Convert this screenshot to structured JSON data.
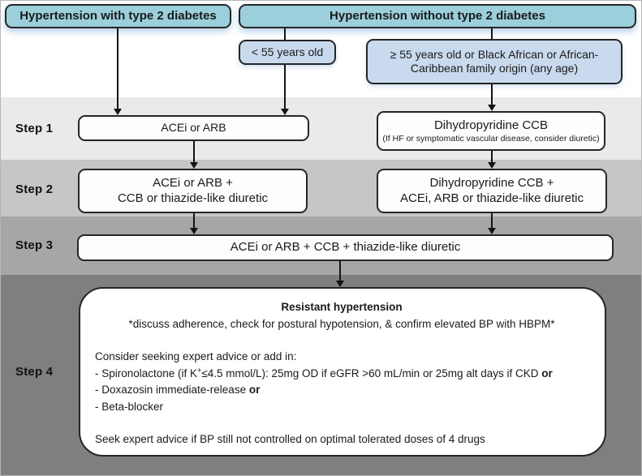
{
  "colors": {
    "teal_fill": "#9bcfdb",
    "light_blue_fill": "#c9d9ee",
    "box_border": "#262626",
    "band_step1": "#eaeaea",
    "band_step2": "#c6c6c6",
    "band_step3": "#a6a6a6",
    "band_step4": "#7f7f7f",
    "arrow": "#141414"
  },
  "top_row": {
    "with_diabetes_label": "Hypertension with type 2 diabetes",
    "without_diabetes_label": "Hypertension without type 2 diabetes"
  },
  "age_row": {
    "under_55_label": "< 55 years old",
    "over_55_label": "≥ 55 years old or Black African or African-Caribbean family origin (any age)"
  },
  "step_labels": {
    "step1": "Step 1",
    "step2": "Step 2",
    "step3": "Step 3",
    "step4": "Step 4"
  },
  "step1": {
    "left_box": "ACEi or ARB",
    "right_box_title": "Dihydropyridine CCB",
    "right_box_note": "(If HF or symptomatic vascular disease, consider diuretic)"
  },
  "step2": {
    "left_box_line1": "ACEi or ARB +",
    "left_box_line2": "CCB or thiazide-like diuretic",
    "right_box_line1": "Dihydropyridine CCB +",
    "right_box_line2": "ACEi, ARB or thiazide-like diuretic"
  },
  "step3": {
    "box": "ACEi or ARB + CCB + thiazide-like diuretic"
  },
  "step4": {
    "title": "Resistant hypertension",
    "subtitle": "*discuss adherence, check for postural hypotension, & confirm elevated BP with HBPM*",
    "intro": "Consider seeking expert advice or add in:",
    "spironolactone_pre": "- Spironolactone (if K",
    "spironolactone_sup": "+",
    "spironolactone_rest": "≤4.5 mmol/L): 25mg OD if eGFR >60 mL/min or 25mg alt days if CKD ",
    "spironolactone_or": "or",
    "doxazosin_text": "- Doxazosin immediate-release ",
    "doxazosin_or": "or",
    "beta_blocker": "- Beta-blocker",
    "footer": "Seek expert advice if BP still not controlled on optimal tolerated doses of 4 drugs"
  }
}
